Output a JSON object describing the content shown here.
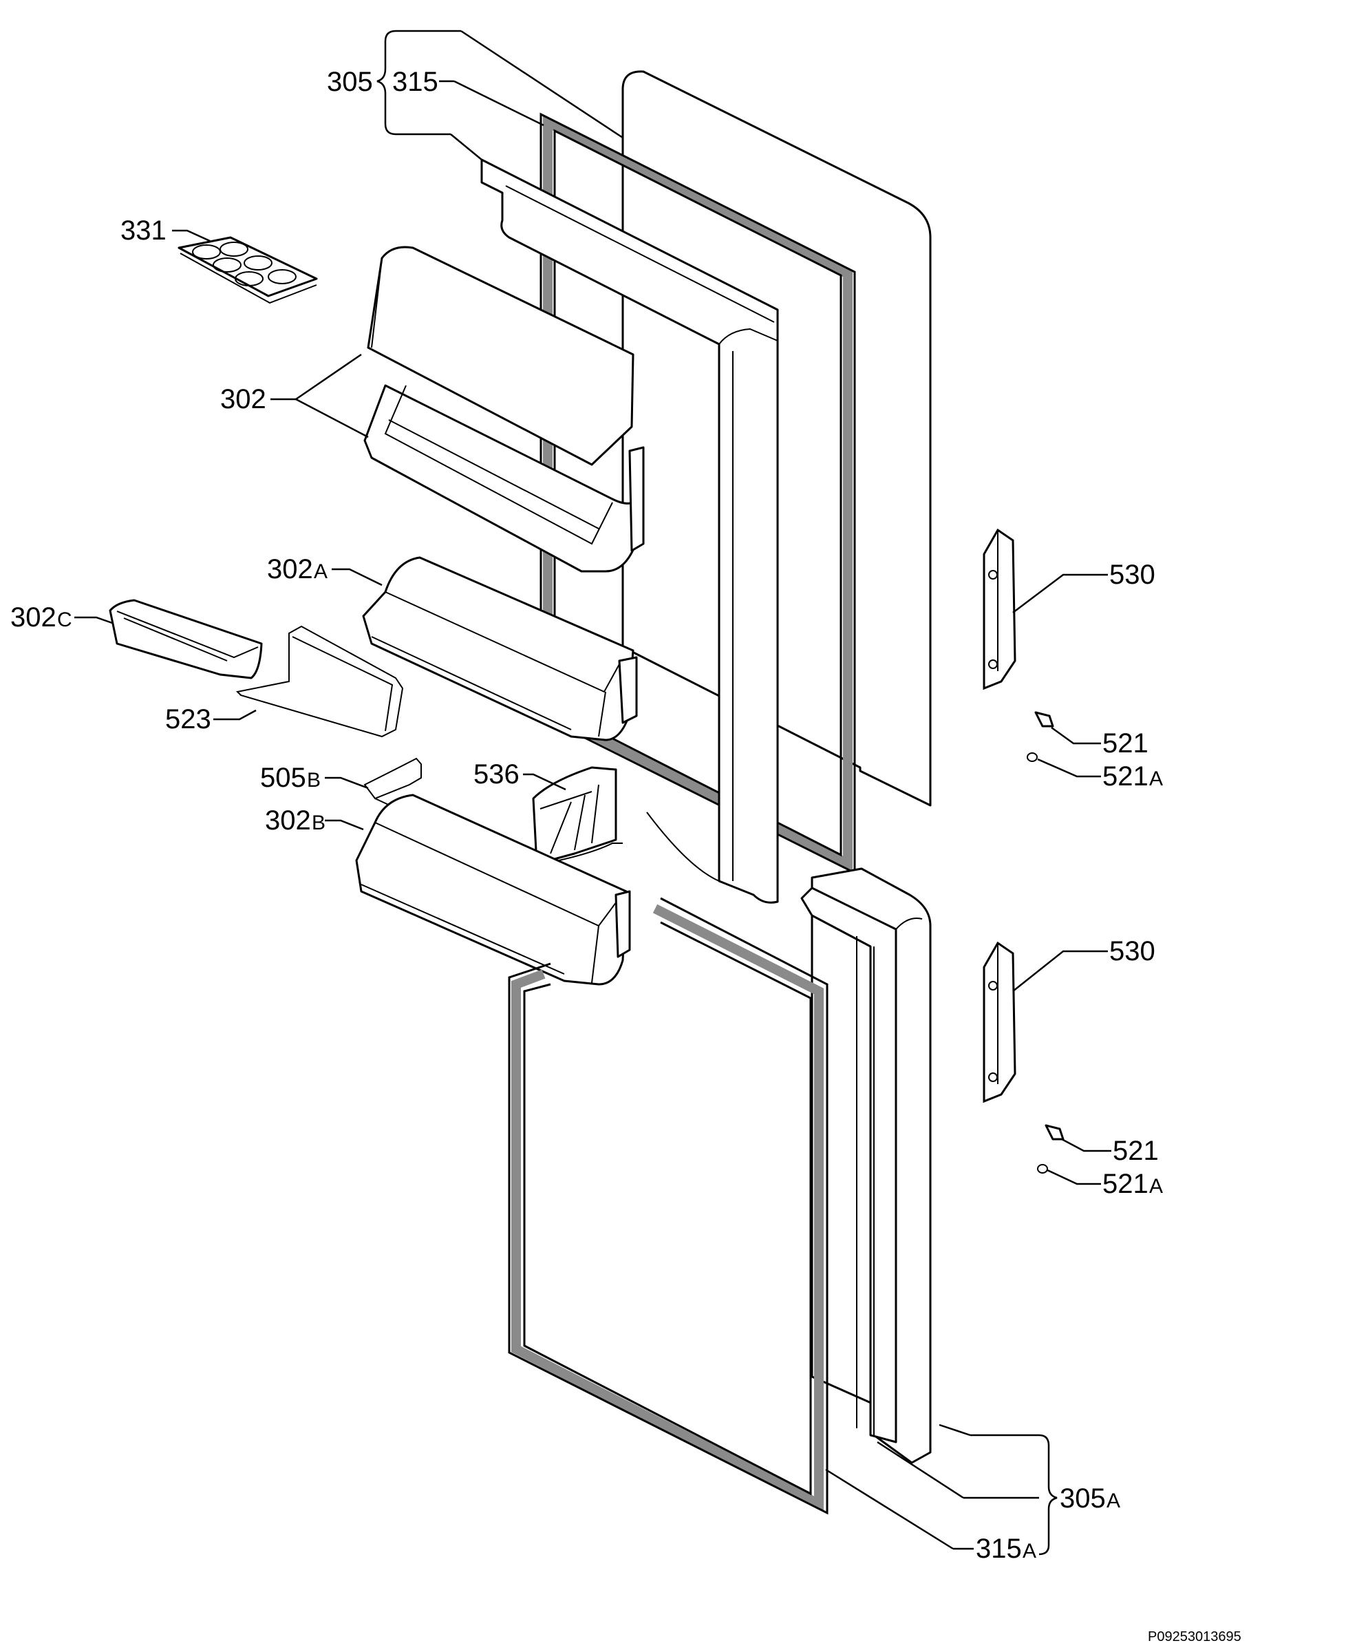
{
  "drawing_ref": "P09253013695",
  "callouts": {
    "c305": "305",
    "c315": "315",
    "c331": "331",
    "c302": "302",
    "c302A_num": "302",
    "c302A_suf": "A",
    "c302C_num": "302",
    "c302C_suf": "C",
    "c523": "523",
    "c505B_num": "505",
    "c505B_suf": "B",
    "c536": "536",
    "c302B_num": "302",
    "c302B_suf": "B",
    "c530_upper": "530",
    "c521_upper": "521",
    "c521A_upper_num": "521",
    "c521A_upper_suf": "A",
    "c530_lower": "530",
    "c521_lower": "521",
    "c521A_lower_num": "521",
    "c521A_lower_suf": "A",
    "c305A_num": "305",
    "c305A_suf": "A",
    "c315A_num": "315",
    "c315A_suf": "A"
  }
}
